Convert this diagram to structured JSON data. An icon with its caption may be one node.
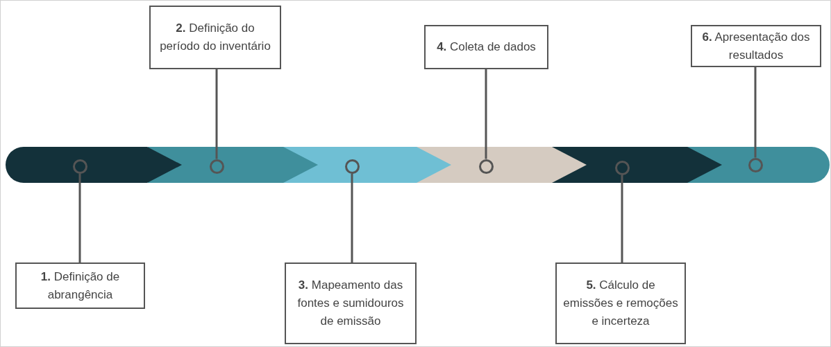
{
  "diagram": {
    "nodes": [
      {
        "text": [
          "**1.** Definição de abrangência"
        ]
      },
      {
        "text": [
          "**2.** Definição do período do inventário"
        ]
      },
      {
        "text": [
          "**3.** Mapeamento das fontes e sumidouros de emissão"
        ]
      },
      {
        "text": [
          "**4.** Coleta de dados"
        ]
      },
      {
        "text": [
          "**5.** Cálculo de emissões e remoções e incerteza"
        ]
      },
      {
        "text": [
          "**6.** Apresentação dos resultados"
        ]
      },
      {
        "text": [],
        "shape": "circle"
      },
      {
        "text": [],
        "shape": "circle"
      },
      {
        "text": [],
        "shape": "circle"
      },
      {
        "text": [],
        "shape": "circle"
      },
      {
        "text": [],
        "shape": "circle"
      },
      {
        "text": [],
        "shape": "circle"
      }
    ],
    "edges": [
      {
        "from": 0,
        "to": 6,
        "arrow": "none"
      },
      {
        "from": 1,
        "to": 7,
        "arrow": "none"
      },
      {
        "from": 2,
        "to": 8,
        "arrow": "none"
      },
      {
        "from": 3,
        "to": 9,
        "arrow": "none"
      },
      {
        "from": 4,
        "to": 10,
        "arrow": "none"
      },
      {
        "from": 5,
        "to": 11,
        "arrow": "none"
      }
    ]
  }
}
